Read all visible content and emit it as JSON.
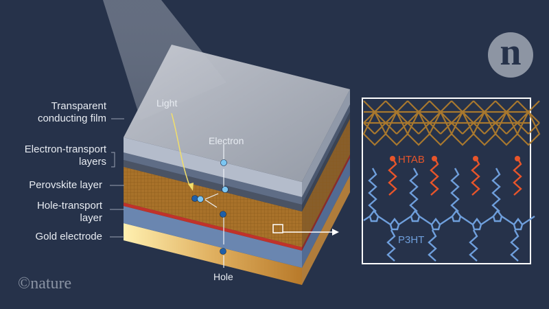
{
  "labels": {
    "transparent_film_1": "Transparent",
    "transparent_film_2": "conducting film",
    "electron_transport_1": "Electron-transport",
    "electron_transport_2": "layers",
    "perovskite": "Perovskite layer",
    "hole_transport_1": "Hole-transport",
    "hole_transport_2": "layer",
    "gold": "Gold electrode"
  },
  "tags": {
    "light": "Light",
    "electron": "Electron",
    "hole": "Hole"
  },
  "inset": {
    "htab": "HTAB",
    "p3ht": "P3HT"
  },
  "branding": {
    "copyright": "©nature",
    "logo": "n"
  },
  "colors": {
    "background": "#26324a",
    "htab": "#e8552a",
    "p3ht": "#6f9fdc",
    "lattice": "#a8782e",
    "gold": "#d9a24a"
  }
}
